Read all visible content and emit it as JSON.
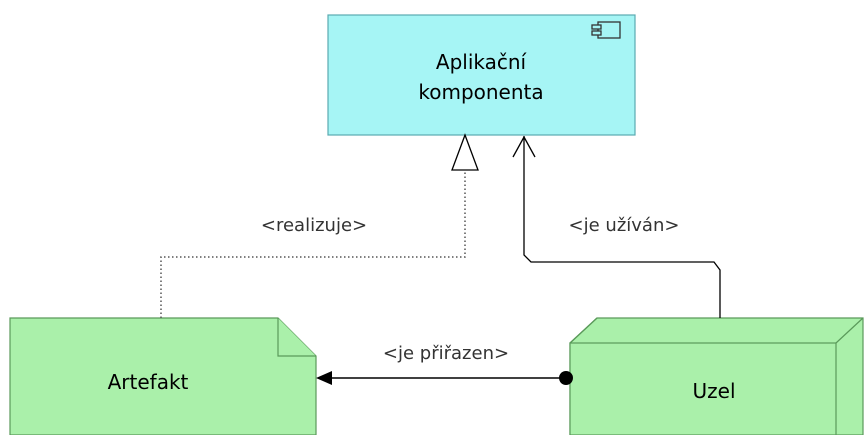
{
  "colors": {
    "application_fill": "#a6f5f5",
    "application_stroke": "#5aaab0",
    "technology_fill": "#aaf0aa",
    "technology_stroke": "#5a9a5a",
    "line": "#000000",
    "realization_line": "#555555",
    "label_text": "#333333"
  },
  "nodes": {
    "application_component": {
      "label_line1": "Aplikační",
      "label_line2": "komponenta",
      "icon": "component-icon"
    },
    "artifact": {
      "label": "Artefakt",
      "icon": "artifact-icon"
    },
    "node": {
      "label": "Uzel",
      "icon": "node-icon"
    }
  },
  "relations": {
    "realization": {
      "label": "<realizuje>"
    },
    "serving": {
      "label": "<je užíván>"
    },
    "assignment": {
      "label": "<je přiřazen>"
    }
  }
}
